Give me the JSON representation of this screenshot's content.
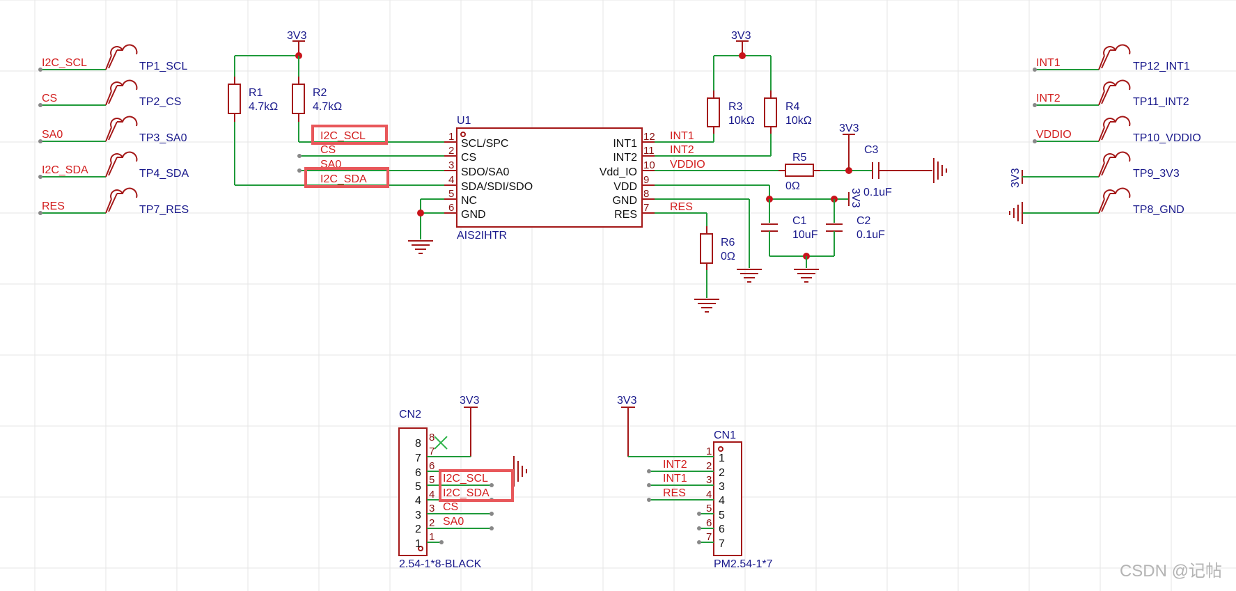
{
  "watermark": "CSDN @记帖",
  "test_points": [
    {
      "net": "I2C_SCL",
      "label": "TP1_SCL"
    },
    {
      "net": "CS",
      "label": "TP2_CS"
    },
    {
      "net": "SA0",
      "label": "TP3_SA0"
    },
    {
      "net": "I2C_SDA",
      "label": "TP4_SDA"
    },
    {
      "net": "RES",
      "label": "TP7_RES"
    },
    {
      "net": "INT1",
      "label": "TP12_INT1"
    },
    {
      "net": "INT2",
      "label": "TP11_INT2"
    },
    {
      "net": "VDDIO",
      "label": "TP10_VDDIO"
    },
    {
      "net": "3V3",
      "label": "TP9_3V3"
    },
    {
      "net": "",
      "label": "TP8_GND"
    }
  ],
  "power_labels": {
    "p1": "3V3",
    "p2": "3V3",
    "p3": "3V3",
    "p4": "3V3",
    "p5": "3V3",
    "p6": "3V3",
    "p7": "3V3"
  },
  "resistors": {
    "r1": {
      "ref": "R1",
      "value": "4.7kΩ"
    },
    "r2": {
      "ref": "R2",
      "value": "4.7kΩ"
    },
    "r3": {
      "ref": "R3",
      "value": "10kΩ"
    },
    "r4": {
      "ref": "R4",
      "value": "10kΩ"
    },
    "r5": {
      "ref": "R5",
      "value": "0Ω"
    },
    "r6": {
      "ref": "R6",
      "value": "0Ω"
    }
  },
  "capacitors": {
    "c1": {
      "ref": "C1",
      "value": "10uF"
    },
    "c2": {
      "ref": "C2",
      "value": "0.1uF"
    },
    "c3": {
      "ref": "C3",
      "value": "0.1uF"
    }
  },
  "u1": {
    "ref": "U1",
    "part": "AIS2IHTR",
    "left_pins": [
      {
        "num": "1",
        "name": "SCL/SPC",
        "net": "I2C_SCL"
      },
      {
        "num": "2",
        "name": "CS",
        "net": "CS"
      },
      {
        "num": "3",
        "name": "SDO/SA0",
        "net": "SA0"
      },
      {
        "num": "4",
        "name": "SDA/SDI/SDO",
        "net": "I2C_SDA"
      },
      {
        "num": "5",
        "name": "NC",
        "net": ""
      },
      {
        "num": "6",
        "name": "GND",
        "net": ""
      }
    ],
    "right_pins": [
      {
        "num": "12",
        "name": "INT1",
        "net": "INT1"
      },
      {
        "num": "11",
        "name": "INT2",
        "net": "INT2"
      },
      {
        "num": "10",
        "name": "Vdd_IO",
        "net": "VDDIO"
      },
      {
        "num": "9",
        "name": "VDD",
        "net": ""
      },
      {
        "num": "8",
        "name": "GND",
        "net": ""
      },
      {
        "num": "7",
        "name": "RES",
        "net": "RES"
      }
    ]
  },
  "cn2": {
    "ref": "CN2",
    "part": "2.54-1*8-BLACK",
    "body_nums": [
      "8",
      "7",
      "6",
      "5",
      "4",
      "3",
      "2",
      "1"
    ],
    "pin_nums": [
      "8",
      "7",
      "6",
      "5",
      "4",
      "3",
      "2",
      "1"
    ],
    "nets": [
      "",
      "",
      "",
      "I2C_SCL",
      "I2C_SDA",
      "CS",
      "SA0",
      ""
    ]
  },
  "cn1": {
    "ref": "CN1",
    "part": "PM2.54-1*7",
    "pin_nums": [
      "1",
      "2",
      "3",
      "4",
      "5",
      "6",
      "7"
    ],
    "body_nums": [
      "1",
      "2",
      "3",
      "4",
      "5",
      "6",
      "7"
    ],
    "nets": [
      "",
      "INT2",
      "INT1",
      "RES",
      "",
      "",
      ""
    ]
  }
}
